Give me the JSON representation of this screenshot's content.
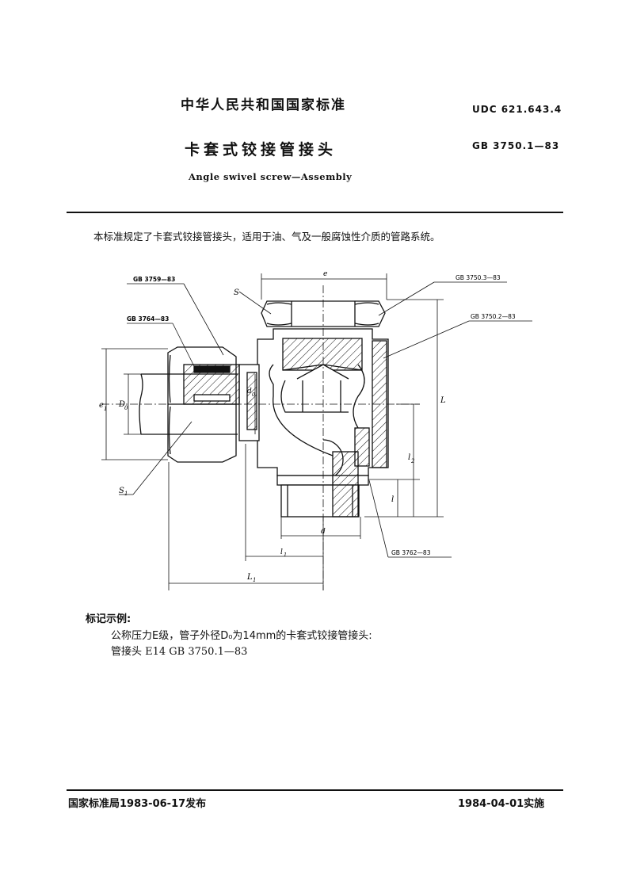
{
  "header": {
    "organization": "中华人民共和国国家标准",
    "udc": "UDC  621.643.4",
    "title": "卡套式铰接管接头",
    "code": "GB  3750.1—83",
    "english_title": "Angle swivel screw—Assembly"
  },
  "intro": "本标准规定了卡套式铰接管接头，适用于油、气及一般腐蚀性介质的管路系统。",
  "drawing": {
    "refs": {
      "gb3759": "GB  3759—83",
      "gb3764": "GB  3764—83",
      "gb3750_3": "GB  3750.3—83",
      "gb3750_2": "GB  3750.2—83",
      "gb3762": "GB  3762—83"
    },
    "dims": {
      "s": "S",
      "s1": "S",
      "s1_sub": "1",
      "e": "e",
      "e1": "e",
      "e1_sub": "1",
      "d0": "D",
      "d0_sub": "0",
      "d0small": "d",
      "d0small_sub": "0",
      "L": "L",
      "l2": "l",
      "l2_sub": "2",
      "l": "l",
      "d": "d",
      "l1": "l",
      "l1_sub": "1",
      "L1": "L",
      "L1_sub": "1"
    }
  },
  "example": {
    "heading": "标记示例:",
    "description": "公称压力E级，管子外径D₀为14mm的卡套式铰接管接头:",
    "marking": "管接头  E14  GB  3750.1—83"
  },
  "footer": {
    "issued": "国家标准局1983-06-17发布",
    "effective": "1984-04-01实施"
  }
}
